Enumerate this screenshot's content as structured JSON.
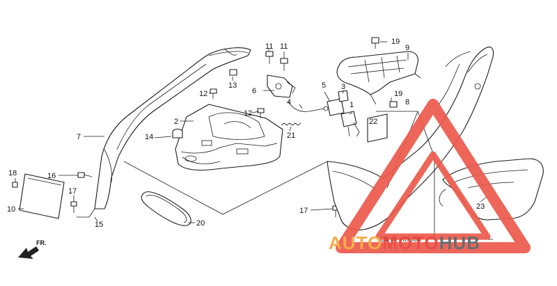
{
  "diagram": {
    "callouts": [
      "1",
      "2",
      "3",
      "4",
      "5",
      "6",
      "7",
      "8",
      "9",
      "10",
      "11",
      "11",
      "12",
      "12",
      "13",
      "14",
      "15",
      "16",
      "17",
      "17",
      "18",
      "19",
      "19",
      "20",
      "21",
      "22",
      "23"
    ],
    "diagram_code": "GBY3-F0900A",
    "direction_label": "FR."
  },
  "watermark": {
    "part1": "AUTO",
    "part2": "MOTO",
    "part3": "HUB",
    "colors": {
      "orange": "#f4a53a",
      "red": "#e8403a",
      "gray": "#5d6166",
      "triangle": "#ec5a4c"
    }
  }
}
